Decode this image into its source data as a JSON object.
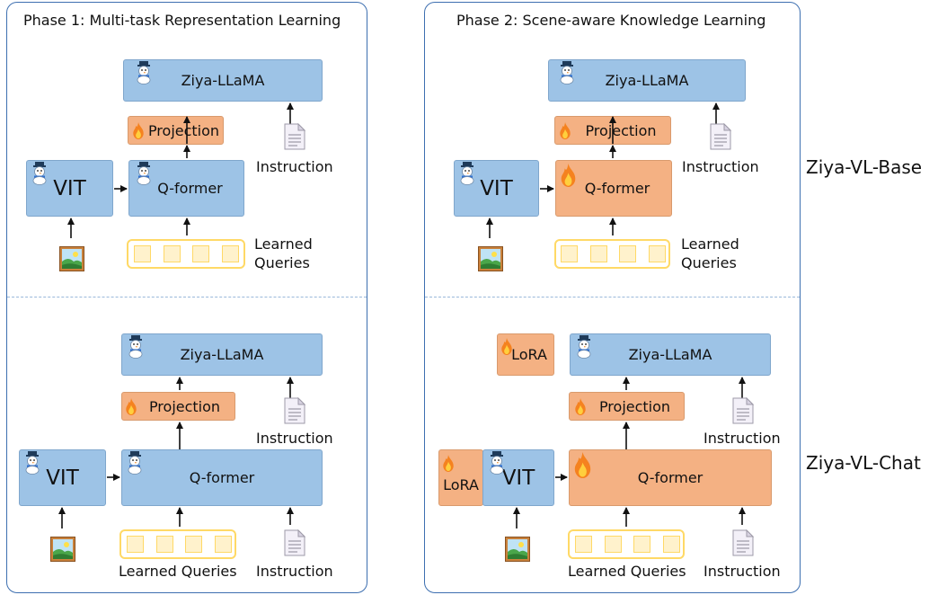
{
  "phase1": {
    "title": "Phase 1: Multi-task Representation Learning"
  },
  "phase2": {
    "title": "Phase 2: Scene-aware Knowledge Learning"
  },
  "rows": {
    "base": "Ziya-VL-Base",
    "chat": "Ziya-VL-Chat"
  },
  "labels": {
    "llm": "Ziya-LLaMA",
    "projection": "Projection",
    "vit": "VIT",
    "qformer": "Q-former",
    "lora": "LoRA",
    "instruction": "Instruction",
    "learned_line1": "Learned",
    "learned_line2": "Queries",
    "learned_queries": "Learned Queries"
  },
  "colors": {
    "frozen": "#9dc3e6",
    "trainable": "#f4b183",
    "border": "#3d6fb0",
    "queries": "#ffd966"
  },
  "icon_legend": {
    "snowman-icon": "frozen",
    "flame-icon": "trainable"
  }
}
